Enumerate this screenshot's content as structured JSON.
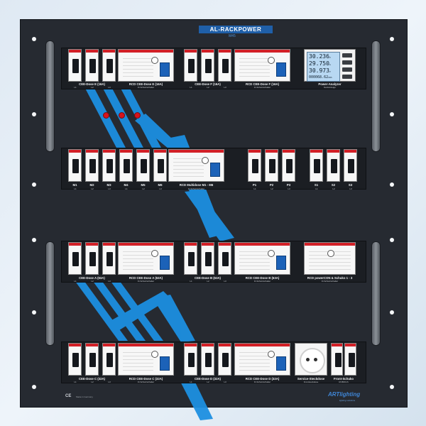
{
  "brand": {
    "name": "AL-RACKPOWER",
    "model": "M45"
  },
  "footer": {
    "ce_mark": "CE",
    "made_in": "Made in Germany",
    "logo": "ARTlighting",
    "logo_tag": "lighting solutions"
  },
  "meter": {
    "title": "Power-Analyzer",
    "subtitle": "Netzanzeige",
    "readings": [
      {
        "value": "30.236",
        "unit": "V"
      },
      {
        "value": "29.750",
        "unit": "A"
      },
      {
        "value": "30.973",
        "unit": "V"
      },
      {
        "value": "000068.62",
        "unit": "kWh"
      }
    ]
  },
  "phase_labels": [
    "L1",
    "L2",
    "L3"
  ],
  "rows": [
    {
      "groups": [
        {
          "label": "CEE-Dose E (16A)",
          "sub": ""
        },
        {
          "label": "RCD CEE-Dose E (16A)",
          "sub": "FI-Schutzschalter"
        },
        {
          "label": "CEE-Dose F (16A)",
          "sub": ""
        },
        {
          "label": "RCD CEE-Dose F (16A)",
          "sub": "FI-Schutzschalter"
        }
      ]
    },
    {
      "groups": [
        {
          "label": "RCD Multidose M1 - M6",
          "sub": "FI-Schutzschalter"
        }
      ],
      "breakers": [
        {
          "label": "M1",
          "phase": "L1"
        },
        {
          "label": "M2",
          "phase": "L2"
        },
        {
          "label": "M3",
          "phase": "L3"
        },
        {
          "label": "M4",
          "phase": "L1"
        },
        {
          "label": "M5",
          "phase": "L2"
        },
        {
          "label": "M6",
          "phase": "L3"
        },
        {
          "label": "P1",
          "phase": "L1"
        },
        {
          "label": "P2",
          "phase": "L2"
        },
        {
          "label": "P3",
          "phase": "L3"
        },
        {
          "label": "S1",
          "phase": "L1"
        },
        {
          "label": "S2",
          "phase": "L2"
        },
        {
          "label": "S3",
          "phase": "L3"
        }
      ]
    },
    {
      "groups": [
        {
          "label": "CEE-Dose A (63A)",
          "sub": ""
        },
        {
          "label": "RCD CEE-Dose A (63A)",
          "sub": "FI-Schutzschalter"
        },
        {
          "label": "CEE-Dose B (63A)",
          "sub": ""
        },
        {
          "label": "RCD CEE-Dose B (63A)",
          "sub": "FI-Schutzschalter"
        },
        {
          "label": "RCD powerCON & Schuko 1 - 3",
          "sub": "FI-Schutzschalter"
        }
      ]
    },
    {
      "groups": [
        {
          "label": "CEE-Dose C (32A)",
          "sub": ""
        },
        {
          "label": "RCD CEE-Dose C (32A)",
          "sub": "FI-Schutzschalter"
        },
        {
          "label": "CEE-Dose D (32A)",
          "sub": ""
        },
        {
          "label": "RCD CEE-Dose D (32A)",
          "sub": "FI-Schutzschalter"
        },
        {
          "label": "Service-Steckdose",
          "sub": "Frontsteckdose"
        },
        {
          "label": "Front-Schuko",
          "sub": "RCBO/LS"
        }
      ]
    }
  ],
  "colors": {
    "panel": "#262a31",
    "accent_blue": "#1c8fe0",
    "abb_red": "#d21f26",
    "rcd_lever": "#1c62b8"
  },
  "icons": [
    "mounting-hole-icon",
    "rack-handle-icon",
    "led-indicator-icon",
    "schuko-socket-icon"
  ]
}
